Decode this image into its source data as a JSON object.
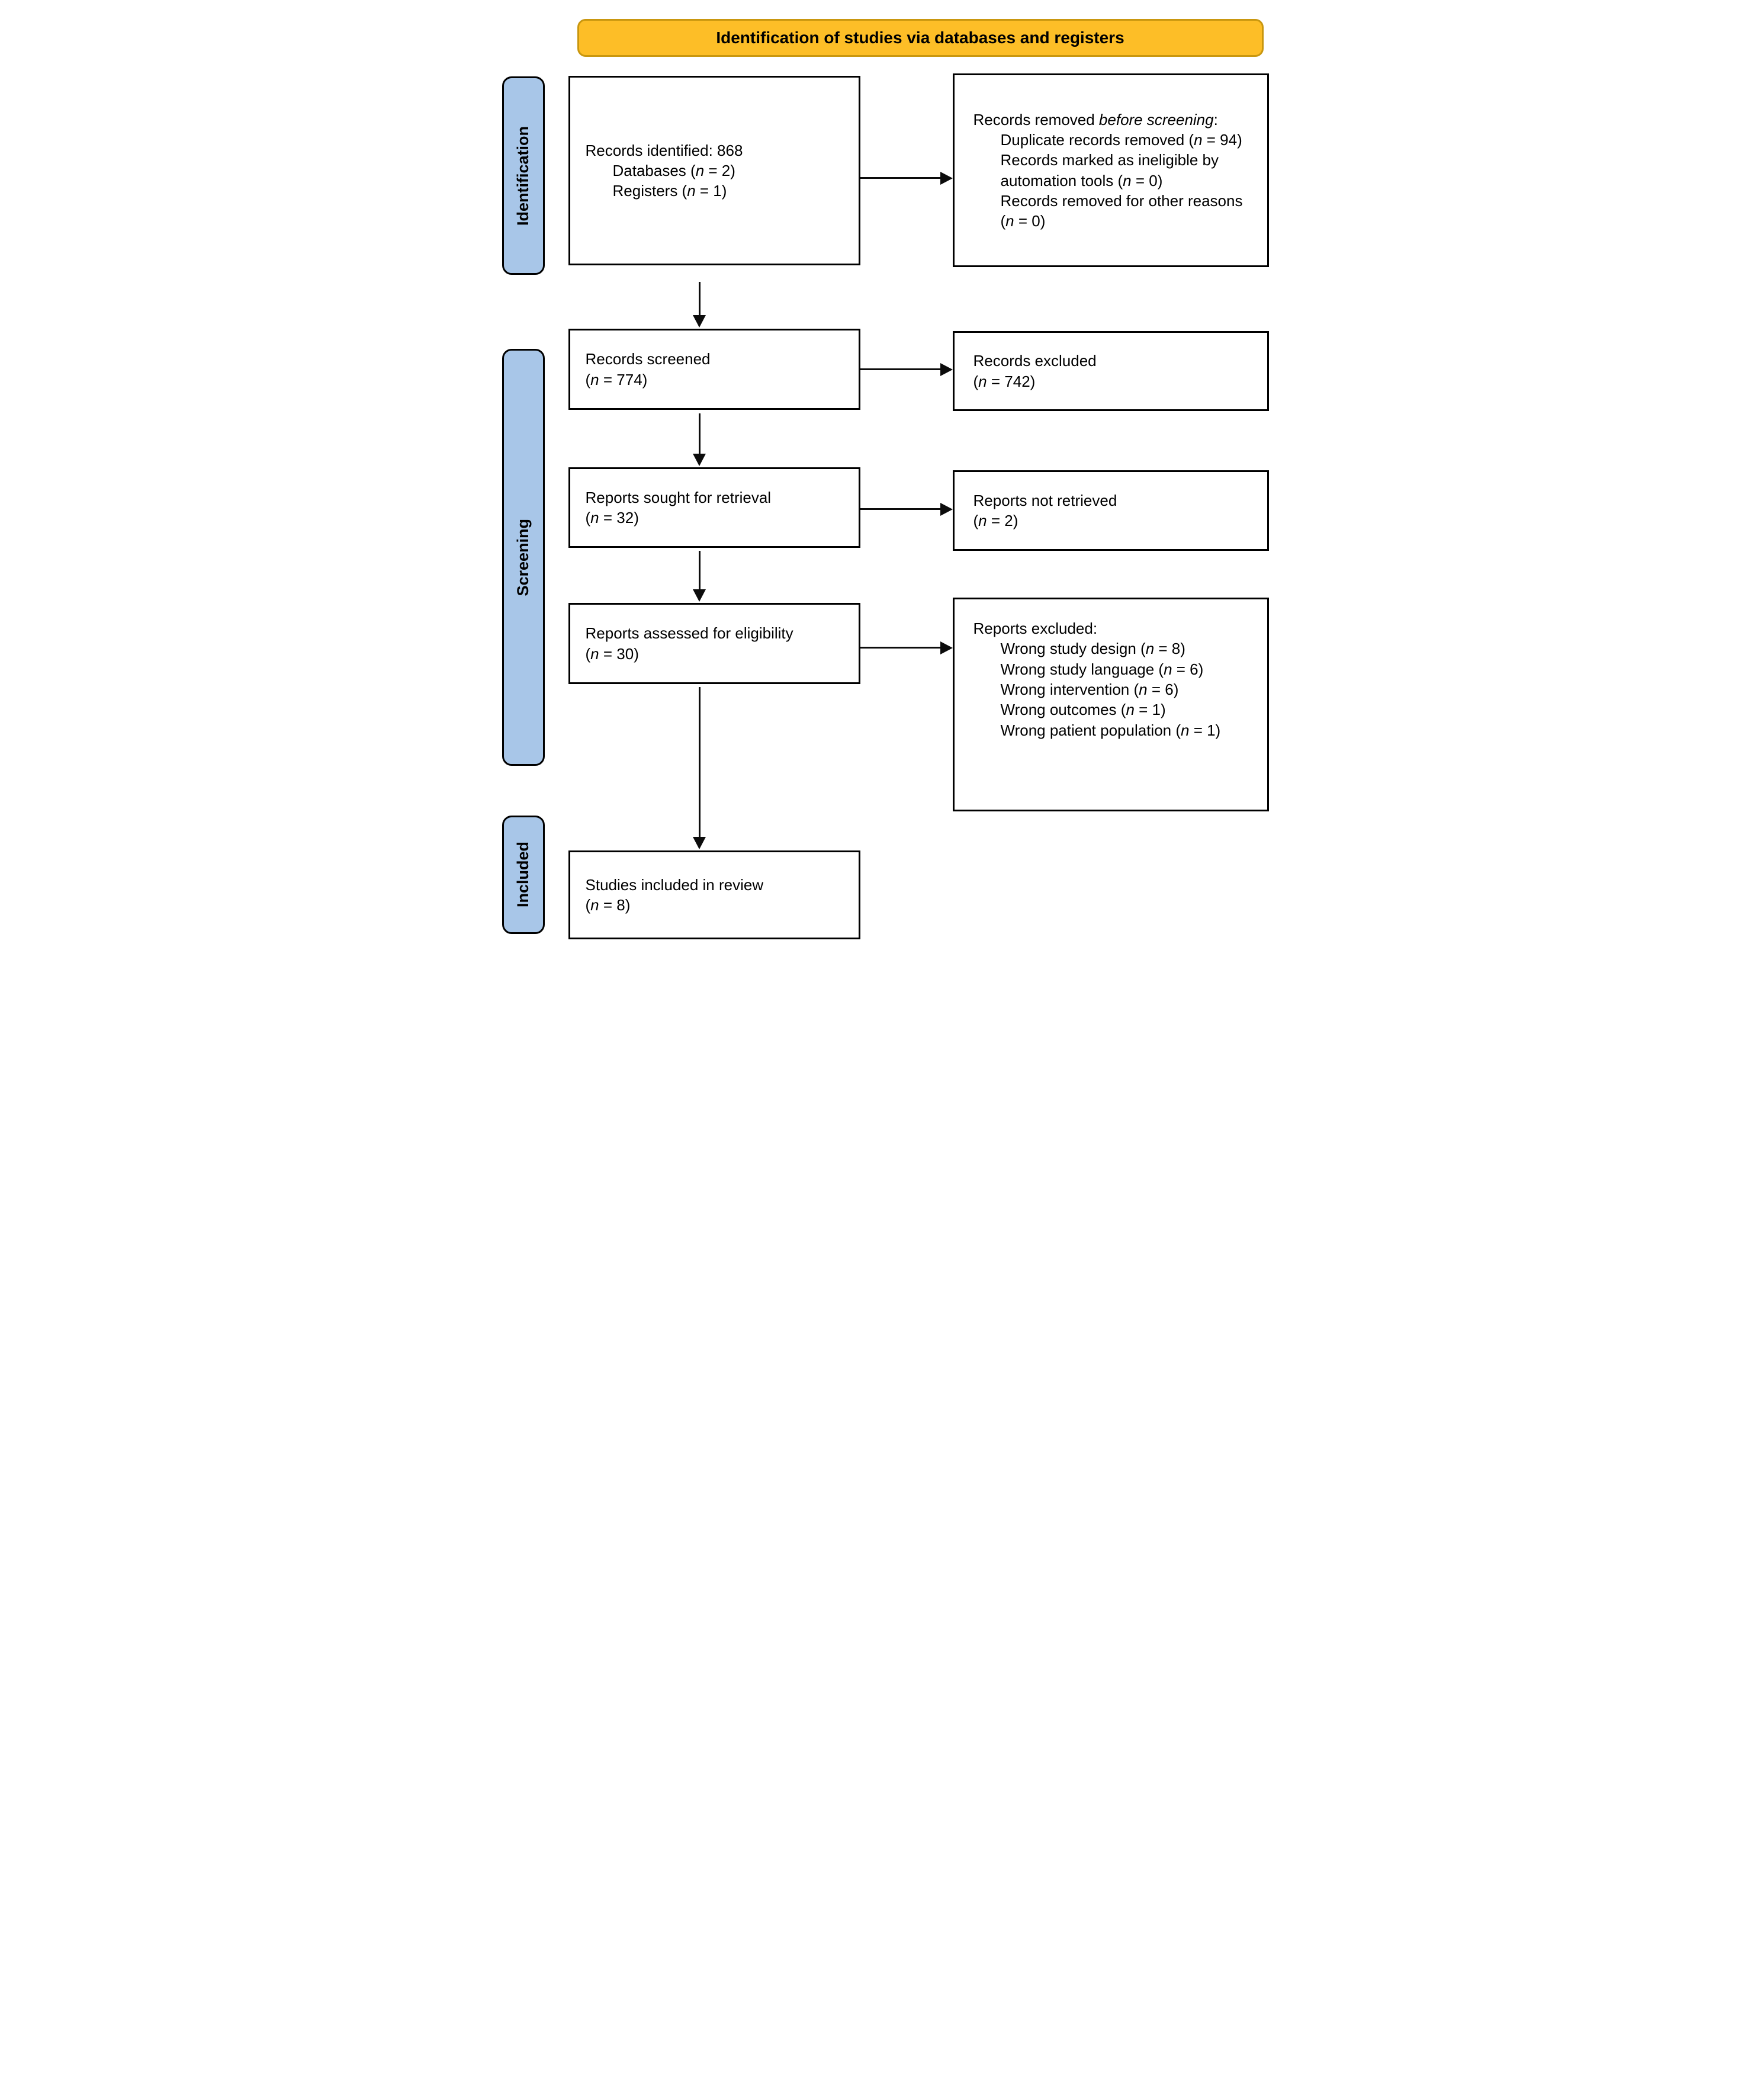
{
  "title": "Identification of studies via databases and registers",
  "colors": {
    "banner_bg": "#FDBE27",
    "banner_border": "#C9970F",
    "stage_bg": "#A8C6E8",
    "box_border": "#000000",
    "arrow": "#0c0c0c"
  },
  "stages": {
    "identification": "Identification",
    "screening": "Screening",
    "included": "Included"
  },
  "boxes": {
    "identified": [
      {
        "indent": 0,
        "segments": [
          {
            "t": "Records identified: 868"
          }
        ]
      },
      {
        "indent": 1,
        "segments": [
          {
            "t": "Databases ("
          },
          {
            "t": "n",
            "i": true
          },
          {
            "t": " = 2)"
          }
        ]
      },
      {
        "indent": 1,
        "segments": [
          {
            "t": "Registers ("
          },
          {
            "t": "n",
            "i": true
          },
          {
            "t": " = 1)"
          }
        ]
      }
    ],
    "removed_before_screening": [
      {
        "indent": 0,
        "segments": [
          {
            "t": "Records removed "
          },
          {
            "t": "before screening",
            "i": true
          },
          {
            "t": ":"
          }
        ]
      },
      {
        "indent": 1,
        "segments": [
          {
            "t": "Duplicate records removed ("
          },
          {
            "t": "n",
            "i": true
          },
          {
            "t": " = 94)"
          }
        ]
      },
      {
        "indent": 1,
        "segments": [
          {
            "t": "Records marked as ineligible by automation tools ("
          },
          {
            "t": "n",
            "i": true
          },
          {
            "t": " = 0)"
          }
        ]
      },
      {
        "indent": 1,
        "segments": [
          {
            "t": "Records removed for other reasons ("
          },
          {
            "t": "n",
            "i": true
          },
          {
            "t": " = 0)"
          }
        ]
      }
    ],
    "screened": [
      {
        "indent": 0,
        "segments": [
          {
            "t": "Records screened"
          }
        ]
      },
      {
        "indent": 0,
        "segments": [
          {
            "t": "("
          },
          {
            "t": "n",
            "i": true
          },
          {
            "t": " = 774)"
          }
        ]
      }
    ],
    "records_excluded": [
      {
        "indent": 0,
        "segments": [
          {
            "t": "Records excluded"
          }
        ]
      },
      {
        "indent": 0,
        "segments": [
          {
            "t": "("
          },
          {
            "t": "n",
            "i": true
          },
          {
            "t": " = 742)"
          }
        ]
      }
    ],
    "sought": [
      {
        "indent": 0,
        "segments": [
          {
            "t": "Reports sought for retrieval"
          }
        ]
      },
      {
        "indent": 0,
        "segments": [
          {
            "t": "("
          },
          {
            "t": "n",
            "i": true
          },
          {
            "t": " = 32)"
          }
        ]
      }
    ],
    "not_retrieved": [
      {
        "indent": 0,
        "segments": [
          {
            "t": "Reports not retrieved"
          }
        ]
      },
      {
        "indent": 0,
        "segments": [
          {
            "t": "("
          },
          {
            "t": "n",
            "i": true
          },
          {
            "t": " = 2)"
          }
        ]
      }
    ],
    "assessed": [
      {
        "indent": 0,
        "segments": [
          {
            "t": "Reports assessed for eligibility"
          }
        ]
      },
      {
        "indent": 0,
        "segments": [
          {
            "t": "("
          },
          {
            "t": "n",
            "i": true
          },
          {
            "t": " = 30)"
          }
        ]
      }
    ],
    "reports_excluded": [
      {
        "indent": 0,
        "segments": [
          {
            "t": "Reports excluded:"
          }
        ]
      },
      {
        "indent": 1,
        "segments": [
          {
            "t": "Wrong study design ("
          },
          {
            "t": "n",
            "i": true
          },
          {
            "t": " = 8)"
          }
        ]
      },
      {
        "indent": 1,
        "segments": [
          {
            "t": "Wrong study language ("
          },
          {
            "t": "n",
            "i": true
          },
          {
            "t": " = 6)"
          }
        ]
      },
      {
        "indent": 1,
        "segments": [
          {
            "t": "Wrong intervention ("
          },
          {
            "t": "n",
            "i": true
          },
          {
            "t": " = 6)"
          }
        ]
      },
      {
        "indent": 1,
        "segments": [
          {
            "t": "Wrong outcomes ("
          },
          {
            "t": "n",
            "i": true
          },
          {
            "t": " = 1)"
          }
        ]
      },
      {
        "indent": 1,
        "segments": [
          {
            "t": "Wrong patient population ("
          },
          {
            "t": "n",
            "i": true
          },
          {
            "t": " = 1)"
          }
        ]
      }
    ],
    "studies_included": [
      {
        "indent": 0,
        "segments": [
          {
            "t": "Studies included in review"
          }
        ]
      },
      {
        "indent": 0,
        "segments": [
          {
            "t": "("
          },
          {
            "t": "n",
            "i": true
          },
          {
            "t": " = 8)"
          }
        ]
      }
    ]
  }
}
